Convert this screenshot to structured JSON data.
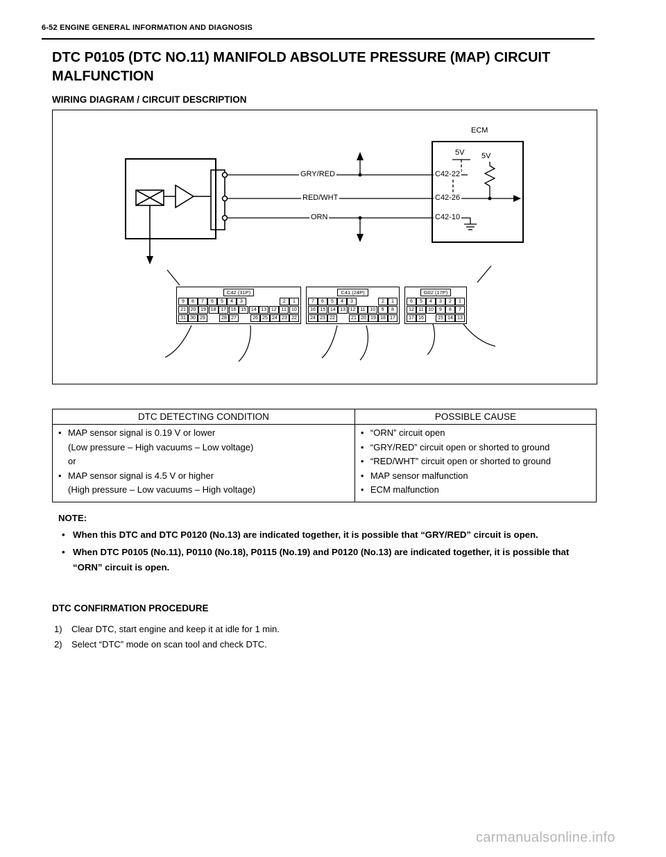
{
  "page": {
    "header": "6-52 ENGINE GENERAL INFORMATION AND DIAGNOSIS",
    "title": "DTC P0105 (DTC NO.11) MANIFOLD ABSOLUTE PRESSURE (MAP) CIRCUIT MALFUNCTION",
    "watermark": "carmanualsonline.info"
  },
  "wiring": {
    "heading": "WIRING DIAGRAM / CIRCUIT DESCRIPTION"
  },
  "diagram": {
    "ecm": "ECM",
    "v5a": "5V",
    "v5b": "5V",
    "pin1": "C42-22",
    "pin2": "C42-26",
    "pin3": "C42-10",
    "wire1": "GRY/RED",
    "wire2": "RED/WHT",
    "wire3": "ORN",
    "connectors": [
      {
        "label": "C42 (31P)",
        "rows": [
          [
            "9",
            "8",
            "7",
            "6",
            "5",
            "4",
            "3",
            "",
            "2",
            "1"
          ],
          [
            "21",
            "20",
            "19",
            "18",
            "17",
            "16",
            "15",
            "14",
            "13",
            "12",
            "11",
            "10"
          ],
          [
            "31",
            "30",
            "29",
            "",
            "28",
            "27",
            "",
            "26",
            "25",
            "24",
            "23",
            "22"
          ]
        ]
      },
      {
        "label": "C41 (24P)",
        "rows": [
          [
            "7",
            "6",
            "5",
            "4",
            "3",
            "",
            "2",
            "1"
          ],
          [
            "16",
            "15",
            "14",
            "13",
            "12",
            "11",
            "10",
            "9",
            "8"
          ],
          [
            "24",
            "23",
            "22",
            "",
            "21",
            "20",
            "19",
            "18",
            "17"
          ]
        ]
      },
      {
        "label": "G02 (17P)",
        "rows": [
          [
            "6",
            "5",
            "4",
            "3",
            "2",
            "1"
          ],
          [
            "12",
            "11",
            "10",
            "9",
            "8",
            "7"
          ],
          [
            "17",
            "16",
            "",
            "15",
            "14",
            "13"
          ]
        ]
      }
    ]
  },
  "dtc_table": {
    "col1_header": "DTC DETECTING CONDITION",
    "col2_header": "POSSIBLE CAUSE",
    "conditions": [
      {
        "bullet": true,
        "text": "MAP sensor signal is 0.19 V or lower"
      },
      {
        "bullet": false,
        "text": "(Low pressure – High vacuums – Low voltage)"
      },
      {
        "bullet": false,
        "text": "or"
      },
      {
        "bullet": true,
        "text": "MAP sensor signal is 4.5 V or higher"
      },
      {
        "bullet": false,
        "text": "(High pressure – Low vacuums – High voltage)"
      }
    ],
    "causes": [
      {
        "bullet": true,
        "text": "“ORN” circuit open"
      },
      {
        "bullet": true,
        "text": "“GRY/RED” circuit open or shorted to ground"
      },
      {
        "bullet": true,
        "text": "“RED/WHT” circuit open or shorted to ground"
      },
      {
        "bullet": true,
        "text": "MAP sensor malfunction"
      },
      {
        "bullet": true,
        "text": "ECM malfunction"
      }
    ]
  },
  "note": {
    "label": "NOTE:",
    "items": [
      "When this DTC and DTC P0120 (No.13) are indicated together, it is possible that “GRY/RED” circuit is open.",
      "When DTC P0105 (No.11), P0110 (No.18), P0115 (No.19) and P0120 (No.13) are indicated together, it is possible that “ORN” circuit is open."
    ]
  },
  "procedure": {
    "heading": "DTC CONFIRMATION PROCEDURE",
    "steps": [
      {
        "num": "1)",
        "text": "Clear DTC, start engine and keep it at idle for 1 min."
      },
      {
        "num": "2)",
        "text": "Select “DTC” mode on scan tool and check DTC."
      }
    ]
  }
}
